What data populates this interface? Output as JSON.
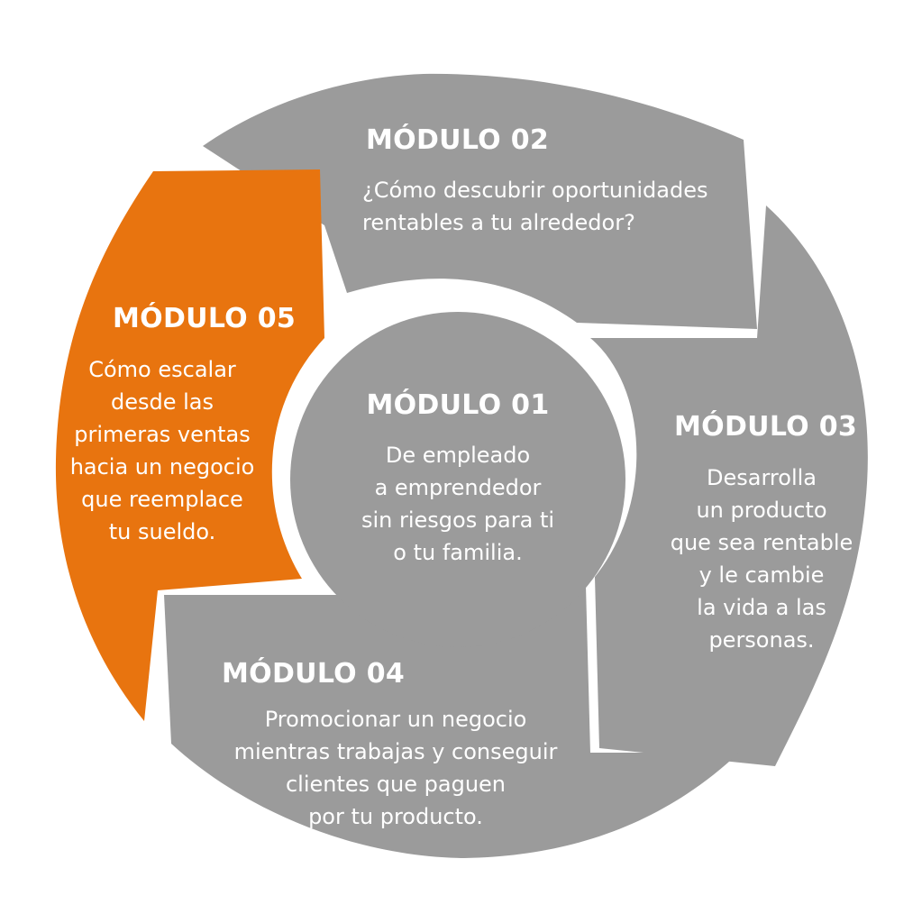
{
  "colors": {
    "gray": "#9b9b9b",
    "accent": "#e8740f",
    "center": "#9b9b9b",
    "background": "#ffffff",
    "text": "#ffffff"
  },
  "modules": [
    {
      "id": "01",
      "title": "MÓDULO 01",
      "description": "De empleado\na emprendedor\nsin riesgos para ti\no tu familia.",
      "highlighted": false
    },
    {
      "id": "02",
      "title": "MÓDULO 02",
      "description": "¿Cómo descubrir oportunidades\nrentables a tu alrededor?",
      "highlighted": false
    },
    {
      "id": "03",
      "title": "MÓDULO 03",
      "description": "Desarrolla\nun producto\nque sea rentable\ny le cambie\nla vida a las\npersonas.",
      "highlighted": false
    },
    {
      "id": "04",
      "title": "MÓDULO 04",
      "description": "Promocionar un negocio\nmientras trabajas y conseguir\nclientes que paguen\npor tu producto.",
      "highlighted": false
    },
    {
      "id": "05",
      "title": "MÓDULO 05",
      "description": "Cómo escalar\ndesde las\nprimeras ventas\nhacia un negocio\nque reemplace\ntu sueldo.",
      "highlighted": true
    }
  ]
}
